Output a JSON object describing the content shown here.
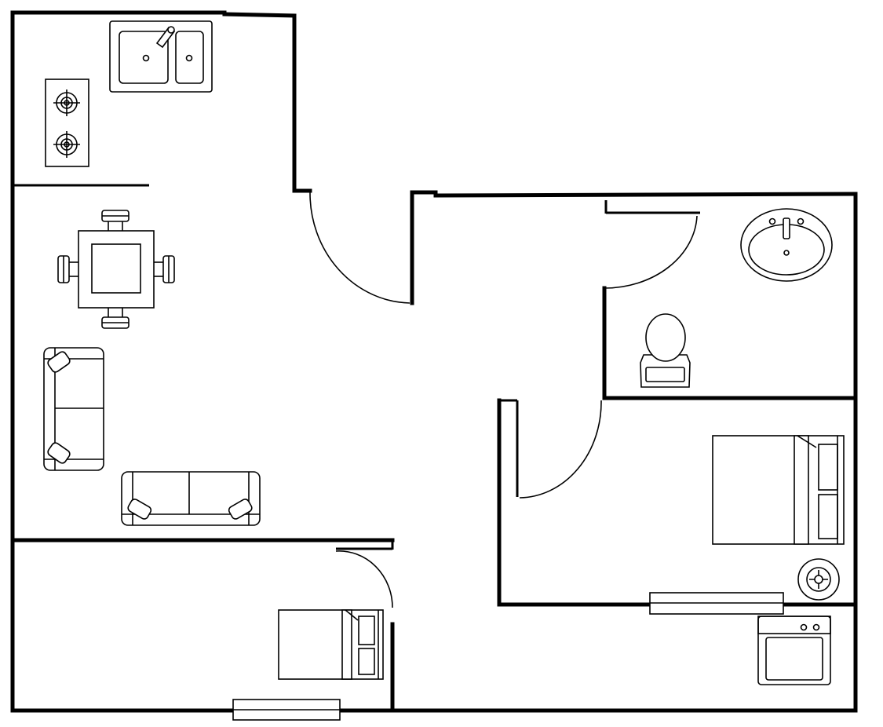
{
  "plan": {
    "text_labels": [],
    "colors": {
      "wall": "#000000",
      "fixture_line": "#000000",
      "background": "#ffffff"
    },
    "rooms": [
      "kitchen",
      "living-dining",
      "hallway",
      "bathroom",
      "master-bedroom",
      "small-bedroom",
      "laundry"
    ],
    "fixtures": [
      "kitchen-sink-icon",
      "gas-stove-icon",
      "dining-table-icon",
      "sofa-icon",
      "bathroom-sink-icon",
      "toilet-icon",
      "double-bed-icon",
      "single-bed-icon",
      "washing-machine-icon",
      "utility-sink-icon",
      "window-icon",
      "door-swing-icon"
    ]
  }
}
